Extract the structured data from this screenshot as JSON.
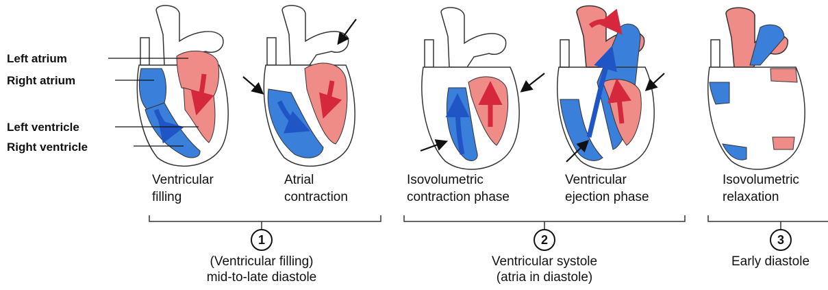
{
  "structure_labels": {
    "left_atrium": "Left atrium",
    "right_atrium": "Right atrium",
    "left_ventricle": "Left ventricle",
    "right_ventricle": "Right ventricle"
  },
  "panels": [
    {
      "line1": "Ventricular",
      "line2": "filling"
    },
    {
      "line1": "Atrial",
      "line2": "contraction"
    },
    {
      "line1": "Isovolumetric",
      "line2": "contraction phase"
    },
    {
      "line1": "Ventricular",
      "line2": "ejection phase"
    },
    {
      "line1": "Isovolumetric",
      "line2": "relaxation"
    }
  ],
  "groups": [
    {
      "number": "1",
      "line1": "(Ventricular filling)",
      "line2": "mid-to-late diastole"
    },
    {
      "number": "2",
      "line1": "Ventricular systole",
      "line2": "(atria in diastole)"
    },
    {
      "number": "3",
      "line1": "Early diastole",
      "line2": ""
    }
  ],
  "colors": {
    "deoxygenated": "#3a7fd9",
    "oxygenated": "#f08c88",
    "arrow_blue": "#1f55c4",
    "arrow_red": "#d6283c",
    "outline": "#333333"
  }
}
